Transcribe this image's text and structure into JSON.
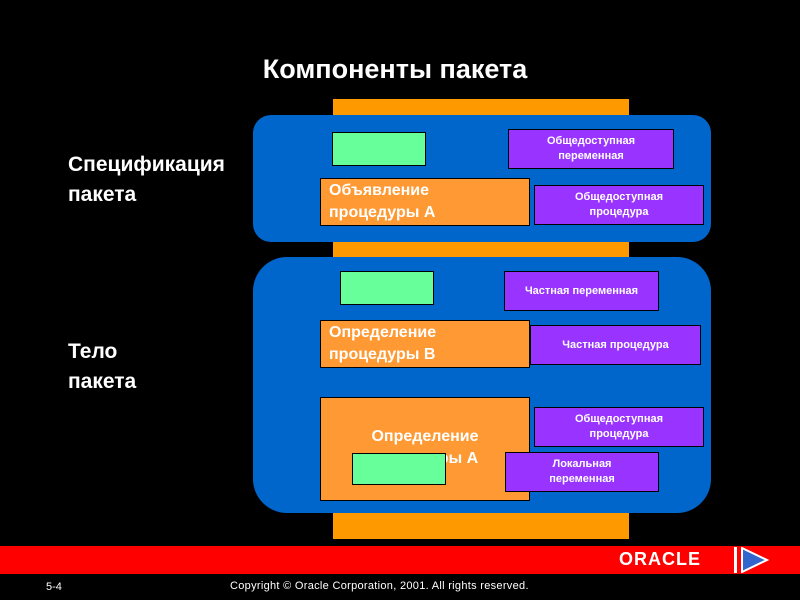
{
  "title": "Компоненты пакета",
  "labels": {
    "spec": "Спецификация\nпакета",
    "body": "Тело\nпакета"
  },
  "spec": {
    "public_variable": "Общедоступная\nпеременная",
    "procedure_a_declaration": "Объявление\nпроцедуры A",
    "public_procedure": "Общедоступная\nпроцедура"
  },
  "body": {
    "private_variable": "Частная переменная",
    "procedure_b_definition": "Определение\nпроцедуры B",
    "private_procedure": "Частная процедура",
    "procedure_a_definition": "Определение\nпроцедуры A",
    "public_procedure": "Общедоступная\nпроцедура",
    "local_variable": "Локальная\nпеременная"
  },
  "footer": {
    "brand": "ORACLE",
    "slide_number": "5-4",
    "copyright": "Copyright © Oracle Corporation, 2001. All rights reserved."
  },
  "colors": {
    "background": "#000000",
    "blue": "#0066CC",
    "orange": "#FF9933",
    "green": "#66FF99",
    "purple": "#9933FF",
    "footer_red": "#FF0000"
  }
}
